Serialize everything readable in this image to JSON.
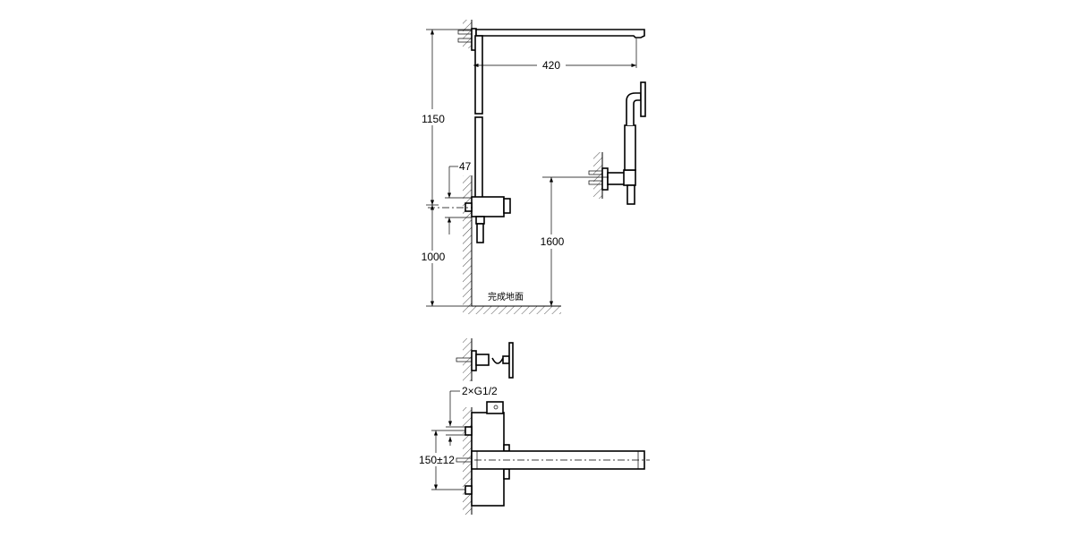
{
  "dimensions": {
    "arm_length": "420",
    "height_upper": "1150",
    "height_lower": "1000",
    "mixer_offset": "47",
    "hand_shower_height": "1600",
    "inlet_thread": "2×G1/2",
    "inlet_spacing": "150±12"
  },
  "labels": {
    "floor": "完成地面"
  },
  "colors": {
    "line": "#000000",
    "background": "#ffffff"
  }
}
